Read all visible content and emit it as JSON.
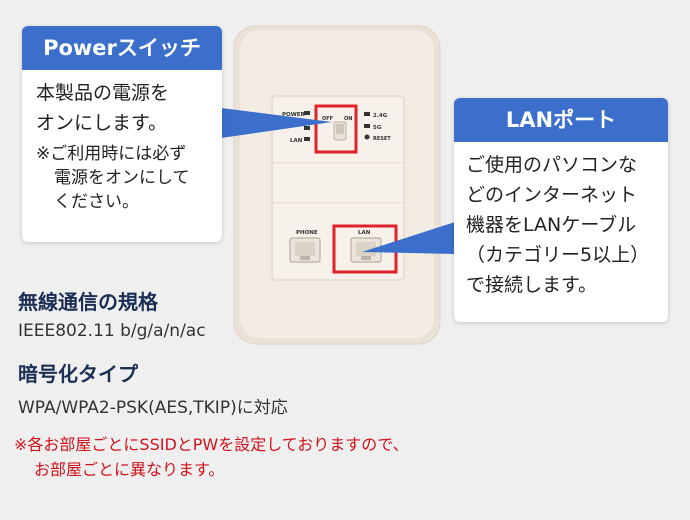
{
  "power_callout": {
    "title": "Powerスイッチ",
    "lines": [
      "本製品の電源を",
      "オンにします。"
    ],
    "note_lines": [
      "※ご利用時には必ず",
      "電源をオンにして",
      "ください。"
    ]
  },
  "lan_callout": {
    "title": "LANポート",
    "lines": [
      "ご使用のパソコンな",
      "どのインターネット",
      "機器をLANケーブル",
      "（カテゴリー5以上）",
      "で接続します。"
    ]
  },
  "device": {
    "power_led": "POWER",
    "lan_led": "LAN",
    "off_label": "OFF",
    "on_label": "ON",
    "band_24": "2.4G",
    "band_5": "5G",
    "reset_label": "RESET",
    "phone_port": "PHONE",
    "lan_port": "LAN"
  },
  "specs": [
    {
      "title": "無線通信の規格",
      "value": "IEEE802.11 b/g/a/n/ac"
    },
    {
      "title": "暗号化タイプ",
      "value": "WPA/WPA2-PSK(AES,TKIP)に対応"
    }
  ],
  "warning": [
    "※各お部屋ごとにSSIDとPWを設定しておりますので、",
    "お部屋ごとに異なります。"
  ],
  "colors": {
    "accent": "#3b6fcb",
    "highlight": "#e0222b",
    "warning": "#d0121b"
  }
}
